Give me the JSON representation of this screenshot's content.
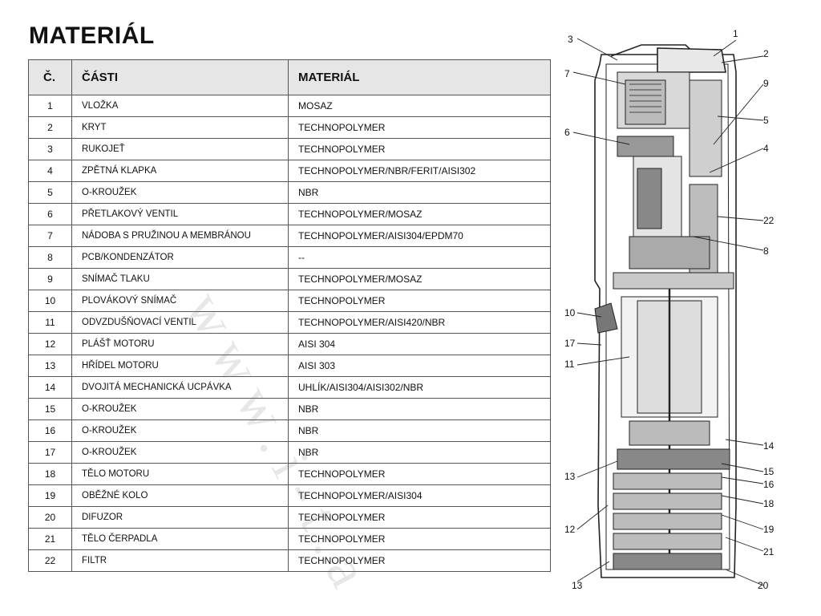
{
  "title": "MATERIÁL",
  "table": {
    "headers": [
      "Č.",
      "ČÁSTI",
      "MATERIÁL"
    ],
    "rows": [
      {
        "num": "1",
        "part": "VLOŽKA",
        "material": "MOSAZ"
      },
      {
        "num": "2",
        "part": "KRYT",
        "material": "TECHNOPOLYMER"
      },
      {
        "num": "3",
        "part": "RUKOJEŤ",
        "material": "TECHNOPOLYMER"
      },
      {
        "num": "4",
        "part": "ZPĚTNÁ KLAPKA",
        "material": "TECHNOPOLYMER/NBR/FERIT/AISI302"
      },
      {
        "num": "5",
        "part": "O-KROUŽEK",
        "material": "NBR"
      },
      {
        "num": "6",
        "part": "PŘETLAKOVÝ VENTIL",
        "material": "TECHNOPOLYMER/MOSAZ"
      },
      {
        "num": "7",
        "part": "NÁDOBA S PRUŽINOU A MEMBRÁNOU",
        "material": "TECHNOPOLYMER/AISI304/EPDM70"
      },
      {
        "num": "8",
        "part": "PCB/KONDENZÁTOR",
        "material": "--"
      },
      {
        "num": "9",
        "part": "SNÍMAČ TLAKU",
        "material": "TECHNOPOLYMER/MOSAZ"
      },
      {
        "num": "10",
        "part": "PLOVÁKOVÝ SNÍMAČ",
        "material": "TECHNOPOLYMER"
      },
      {
        "num": "11",
        "part": "ODVZDUŠŇOVACÍ VENTIL",
        "material": "TECHNOPOLYMER/AISI420/NBR"
      },
      {
        "num": "12",
        "part": "PLÁŠŤ MOTORU",
        "material": "AISI 304"
      },
      {
        "num": "13",
        "part": "HŘÍDEL MOTORU",
        "material": "AISI 303"
      },
      {
        "num": "14",
        "part": "DVOJITÁ MECHANICKÁ UCPÁVKA",
        "material": "UHLÍK/AISI304/AISI302/NBR"
      },
      {
        "num": "15",
        "part": "O-KROUŽEK",
        "material": "NBR"
      },
      {
        "num": "16",
        "part": "O-KROUŽEK",
        "material": "NBR"
      },
      {
        "num": "17",
        "part": "O-KROUŽEK",
        "material": "NBR"
      },
      {
        "num": "18",
        "part": "TĚLO MOTORU",
        "material": "TECHNOPOLYMER"
      },
      {
        "num": "19",
        "part": "OBĚŽNÉ KOLO",
        "material": "TECHNOPOLYMER/AISI304"
      },
      {
        "num": "20",
        "part": "DIFUZOR",
        "material": "TECHNOPOLYMER"
      },
      {
        "num": "21",
        "part": "TĚLO ČERPADLA",
        "material": "TECHNOPOLYMER"
      },
      {
        "num": "22",
        "part": "FILTR",
        "material": "TECHNOPOLYMER"
      }
    ]
  },
  "watermark": "www.i-t.a",
  "diagram": {
    "callouts": [
      "1",
      "2",
      "3",
      "4",
      "5",
      "6",
      "7",
      "8",
      "9",
      "10",
      "11",
      "12",
      "13",
      "14",
      "15",
      "16",
      "17",
      "18",
      "19",
      "20",
      "21",
      "22",
      "13"
    ]
  }
}
